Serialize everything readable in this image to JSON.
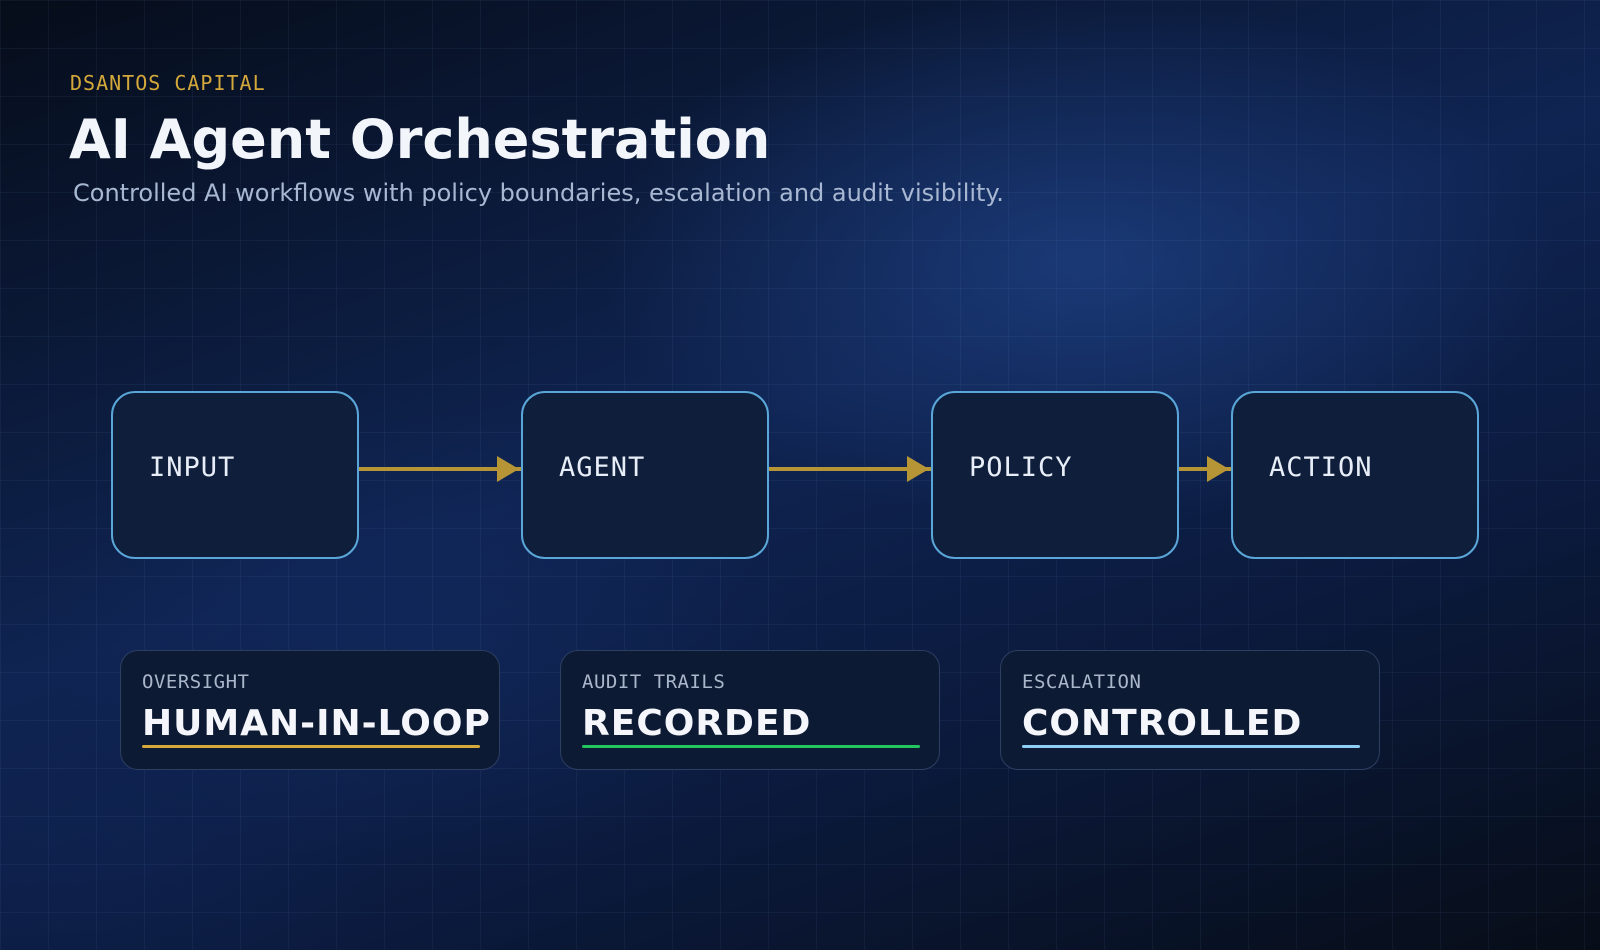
{
  "header": {
    "brand": "DSANTOS CAPITAL",
    "title": "AI Agent Orchestration",
    "subtitle": "Controlled AI workflows with policy boundaries, escalation and audit visibility."
  },
  "flow": {
    "nodes": [
      {
        "label": "INPUT"
      },
      {
        "label": "AGENT"
      },
      {
        "label": "POLICY"
      },
      {
        "label": "ACTION"
      }
    ]
  },
  "cards": [
    {
      "label": "OVERSIGHT",
      "value": "HUMAN-IN-LOOP",
      "accent": "#d4a83a"
    },
    {
      "label": "AUDIT TRAILS",
      "value": "RECORDED",
      "accent": "#22c55e"
    },
    {
      "label": "ESCALATION",
      "value": "CONTROLLED",
      "accent": "#8ecdf7"
    }
  ],
  "colors": {
    "brand_accent": "#d4a83a",
    "node_border": "#5aa6d8",
    "connector": "#b69537"
  }
}
